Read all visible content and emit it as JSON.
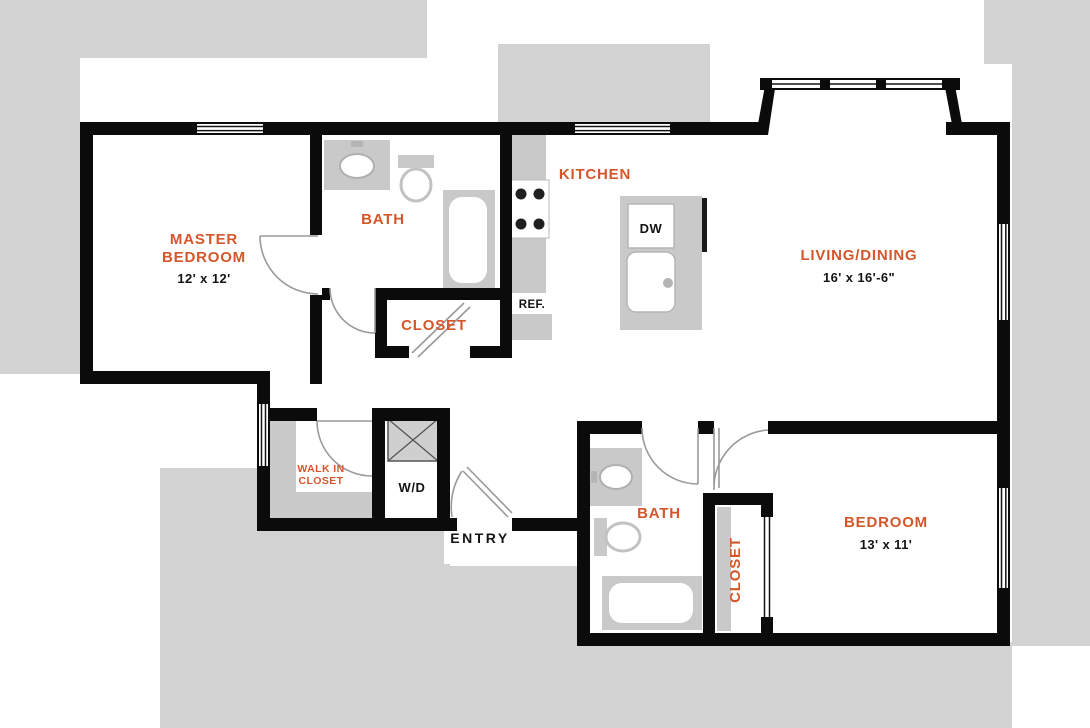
{
  "floor_plan": {
    "rooms": {
      "master_bedroom": {
        "label_line1": "MASTER",
        "label_line2": "BEDROOM",
        "dimensions": "12' x 12'"
      },
      "bath_1": {
        "label": "BATH"
      },
      "closet_1": {
        "label": "CLOSET"
      },
      "kitchen": {
        "label": "KITCHEN"
      },
      "living_dining": {
        "label": "LIVING/DINING",
        "dimensions": "16' x 16'-6\""
      },
      "walk_in_closet": {
        "label_line1": "WALK IN",
        "label_line2": "CLOSET"
      },
      "laundry": {
        "label": "W/D"
      },
      "entry": {
        "label": "ENTRY"
      },
      "bath_2": {
        "label": "BATH"
      },
      "closet_2": {
        "label": "CLOSET"
      },
      "bedroom_2": {
        "label": "BEDROOM",
        "dimensions": "13' x 11'"
      }
    },
    "appliances": {
      "refrigerator": "REF.",
      "dishwasher": "DW"
    },
    "colors": {
      "room_label": "#D5562A",
      "dimension_text": "#141414",
      "wall": "#0b0b0b",
      "building_mass": "#d2d2d2",
      "fixture": "#c9c9c9"
    }
  }
}
